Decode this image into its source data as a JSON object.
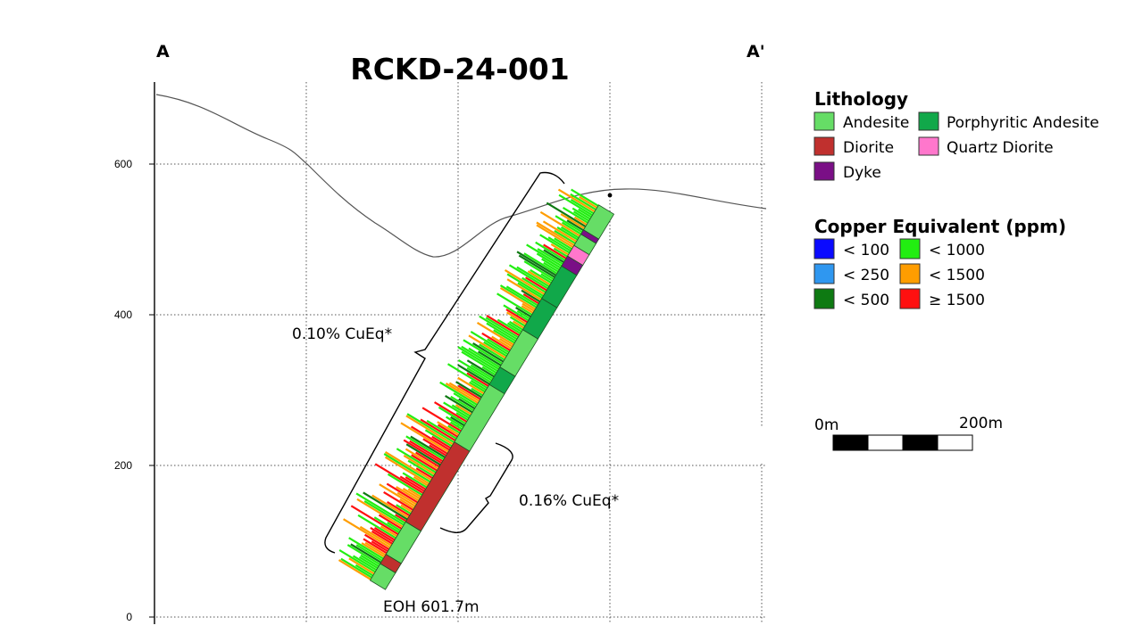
{
  "section": {
    "start_label": "A",
    "end_label": "A'",
    "title": "RCKD-24-001"
  },
  "y_axis": {
    "ticks": [
      "600",
      "400",
      "200",
      "0"
    ],
    "tick_values": [
      600,
      400,
      200,
      0
    ],
    "range": [
      0,
      710
    ]
  },
  "drillhole": {
    "id": "RCKD-24-001",
    "eoh_label": "EOH 601.7m",
    "lithology_intervals": [
      {
        "from": 0,
        "to": 40,
        "rock": "Andesite"
      },
      {
        "from": 40,
        "to": 47,
        "rock": "Dyke"
      },
      {
        "from": 47,
        "to": 65,
        "rock": "Andesite"
      },
      {
        "from": 65,
        "to": 82,
        "rock": "Quartz Diorite"
      },
      {
        "from": 82,
        "to": 98,
        "rock": "Dyke"
      },
      {
        "from": 98,
        "to": 150,
        "rock": "Porphyritic Andesite"
      },
      {
        "from": 150,
        "to": 200,
        "rock": "Porphyritic Andesite"
      },
      {
        "from": 200,
        "to": 260,
        "rock": "Andesite"
      },
      {
        "from": 260,
        "to": 288,
        "rock": "Porphyritic Andesite"
      },
      {
        "from": 288,
        "to": 380,
        "rock": "Andesite"
      },
      {
        "from": 380,
        "to": 508,
        "rock": "Diorite"
      },
      {
        "from": 508,
        "to": 560,
        "rock": "Andesite"
      },
      {
        "from": 560,
        "to": 575,
        "rock": "Diorite"
      },
      {
        "from": 575,
        "to": 601.7,
        "rock": "Andesite"
      }
    ]
  },
  "annotations": {
    "upper_interval": "0.10% CuEq*",
    "lower_interval": "0.16% CuEq*"
  },
  "legend": {
    "lithology_title": "Lithology",
    "lithology": [
      {
        "label": "Andesite",
        "color": "#66dd66"
      },
      {
        "label": "Porphyritic Andesite",
        "color": "#11a84a"
      },
      {
        "label": "Diorite",
        "color": "#c0302e"
      },
      {
        "label": "Quartz Diorite",
        "color": "#ff77cc"
      },
      {
        "label": "Dyke",
        "color": "#7a0f86"
      }
    ],
    "cueq_title": "Copper Equivalent (ppm)",
    "cueq": [
      {
        "label": "< 100",
        "color": "#0a0aff"
      },
      {
        "label": "< 1000",
        "color": "#22ee11"
      },
      {
        "label": "< 250",
        "color": "#2f97f0"
      },
      {
        "label": "< 1500",
        "color": "#ff9d00"
      },
      {
        "label": "< 500",
        "color": "#0e7a12"
      },
      {
        "label": "≥ 1500",
        "color": "#ff1010"
      }
    ]
  },
  "scale_bar": {
    "start_label": "0m",
    "end_label": "200m"
  }
}
